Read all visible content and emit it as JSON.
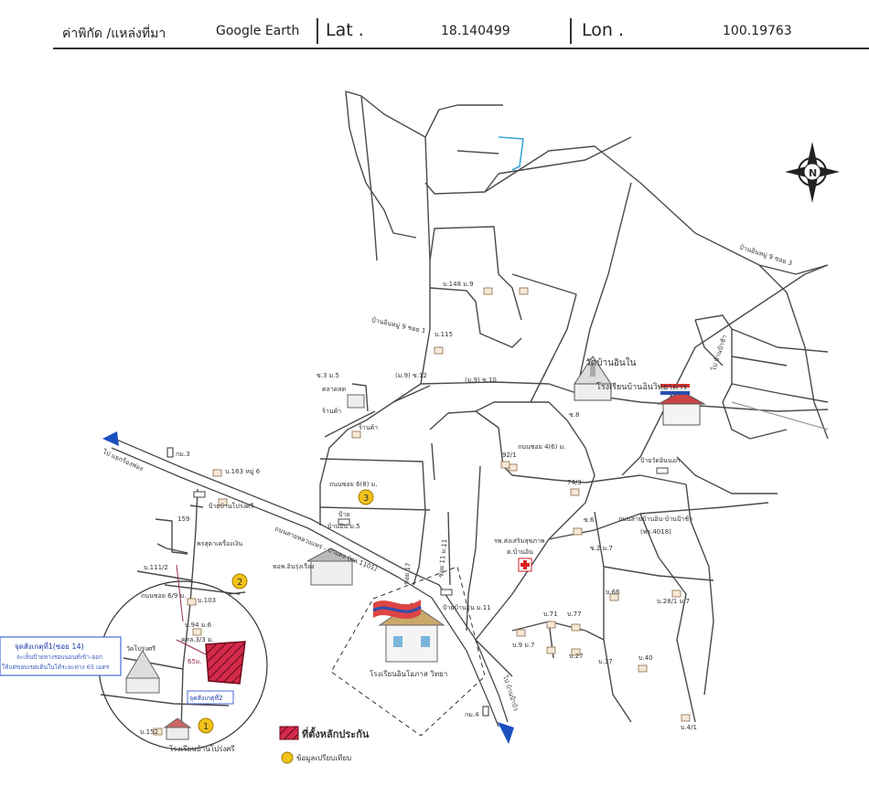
{
  "header": {
    "coord_label": "ค่าพิกัด /แหล่งที่มา",
    "source": "Google Earth",
    "lat_label": "Lat .",
    "lat_value": "18.140499",
    "lon_label": "Lon .",
    "lon_value": "100.19763"
  },
  "compass": {
    "letter": "N"
  },
  "labels": {
    "to_yaeng": "ไป แยกร้องฟอง",
    "km3": "กม.3",
    "km4": "กม.4",
    "v163": "บ.163 หมู่ 6",
    "ban_popri": "ป้ายบ้านโปร่งศรี",
    "v159": "159",
    "pawn": "พรสุดาเครื่องเงิน",
    "v111": "บ.111/2",
    "v103": "บ.103",
    "soi_6_9": "ถนนซอย 6/9 ม.",
    "v94": "บ.94 ม.6",
    "kho_33": "คสล.3/3 ม.",
    "wat_popri": "วัดโปร่งศรี",
    "dist_65": "65ม.",
    "point2": "จุดสังเกตุที่2",
    "v152": "บ.152",
    "school_popri": "โรงเรียนบ้านโปร่งศรี",
    "callout_title": "จุดสังเกตุที่1(ซอย 14)",
    "callout_l1": "จะเห็นป้ายทางรอบนอนท์เข้า-ออก",
    "callout_l2": "ให้แต่ขอบเขตเดินในได้ระยะทาง 65 เมตร",
    "hwy": "ถนนสายหลวงแพร่ - ปาแดง (ทล.1101)",
    "soi17": "ซอย 17",
    "soi11": "ซอย 11 ม.11",
    "ban_in_m11": "ป้ายบ้านอิน ม.11",
    "to_ban_bua": "ไป บ้านป้าบัว",
    "school_in": "โรงเรียนอินโอภาส วิทยา",
    "dorm": "หอพ.อินรุ่งเรือง",
    "soi_6_8": "ถนนซอย 6(8) ม.",
    "ban_in_m5_a": "ป้าย",
    "ban_in_m5_b": "บ้านอิน ม.5",
    "kho3_m5": "ซ.3 ม.5",
    "market": "ตลาดสด",
    "shop1": "ร้านค้า",
    "shop2": "ร้านค้า",
    "v148": "บ.148 ม.9",
    "v115": "บ.115",
    "m9_12": "(ม.9) ซ.12",
    "m9_10": "(ม.9) ซ.10",
    "soi_in_1": "บ้านอินหมู่ 9 ซอย 1",
    "wat_in_nai": "วัดบ้านอินใน",
    "school_in_wit": "โรงเรียนบ้านอินวิทยาคาร",
    "s8": "ซ.8",
    "ban_wat_in_nok": "ป้ายวัดอินนอก",
    "v92_1": "92/1",
    "soi_4_6": "ถนนซอย 4(6) ม.",
    "v74_3": "74/3",
    "s6": "ซ.6",
    "hospital_a": "รพ.ส่งเสริมสุขภาพ",
    "hospital_b": "ต.บ้านอิน",
    "road_in_pa": "ถนนสายบ้านอิน-บ้านป้าช้า",
    "pr4018": "(พร.4018)",
    "s2_m7": "ซ.2 ม.7",
    "v66": "บ.66",
    "v28_1": "บ.28/1 ม.7",
    "v71": "บ.71",
    "v77": "บ.77",
    "v9_m7": "บ.9 ม.7",
    "v27": "บ.27",
    "v37": "บ.37",
    "v40": "บ.40",
    "v4_1": "บ.4/1",
    "to_pa_cha": "ไป บ้านป้าช้า",
    "ban_in_s3": "บ้านอินหมู่ 9 ซอย 3",
    "marker1": "1",
    "marker2": "2",
    "marker3": "3"
  },
  "legend": {
    "collateral": "ที่ตั้งหลักประกัน",
    "comparison": "ข้อมูลเปรียบเทียบ"
  },
  "colors": {
    "road": "#4a4a4a",
    "collateral_fill": "#d42a4a",
    "marker_fill": "#f2c21b",
    "arrow_blue": "#1a4fc0",
    "stream": "#3aa8d8",
    "callout_border": "#4a6ad8"
  }
}
